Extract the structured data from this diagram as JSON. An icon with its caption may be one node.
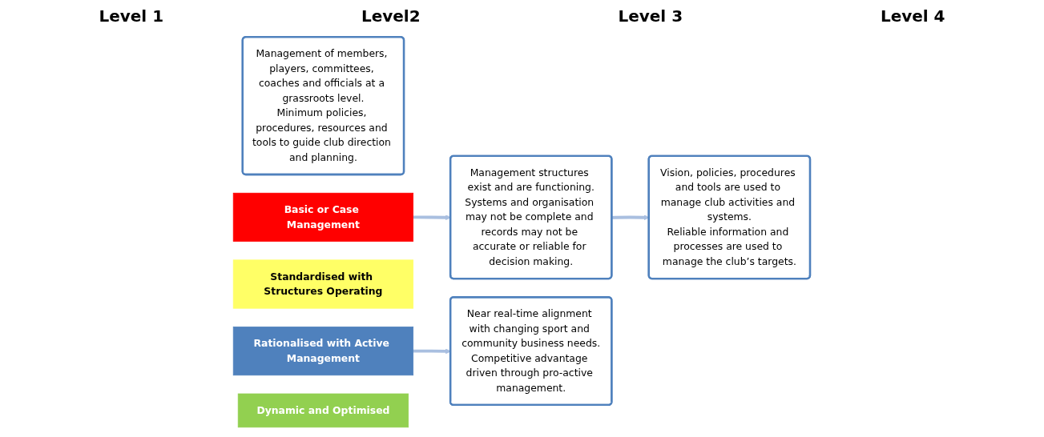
{
  "diagram": {
    "nodes": [
      {
        "text": [
          "Management of members, players, committees, coaches and officials at a grassroots level.",
          "Minimum policies, procedures, resources and tools to guide club direction and planning."
        ]
      },
      {
        "text": [
          "Basic or Case Management"
        ]
      },
      {
        "text": [
          "Standardised with Structures Operating"
        ]
      },
      {
        "text": [
          "Management structures exist and are functioning.",
          "Systems and organisation may not be complete and records may not be accurate or reliable for decision making."
        ]
      },
      {
        "text": [
          "Vision, policies, procedures and tools are used to manage club activities and systems.",
          "Reliable information and processes are used to manage the club’s targets."
        ]
      },
      {
        "text": [
          "Rationalised with Active Management"
        ]
      },
      {
        "text": [
          "Dynamic and Optimised"
        ]
      },
      {
        "text": [
          "Near real-time alignment with changing sport and community business needs.",
          "Competitive advantage driven through pro-active management."
        ]
      }
    ],
    "edges": [
      {
        "from": 1,
        "to": 3,
        "arrow": "to"
      },
      {
        "from": 3,
        "to": 4,
        "arrow": "to"
      },
      {
        "from": 5,
        "to": 7,
        "arrow": "to"
      }
    ],
    "labels": [
      "Level 1",
      "Level2",
      "Level 3",
      "Level 4"
    ]
  }
}
